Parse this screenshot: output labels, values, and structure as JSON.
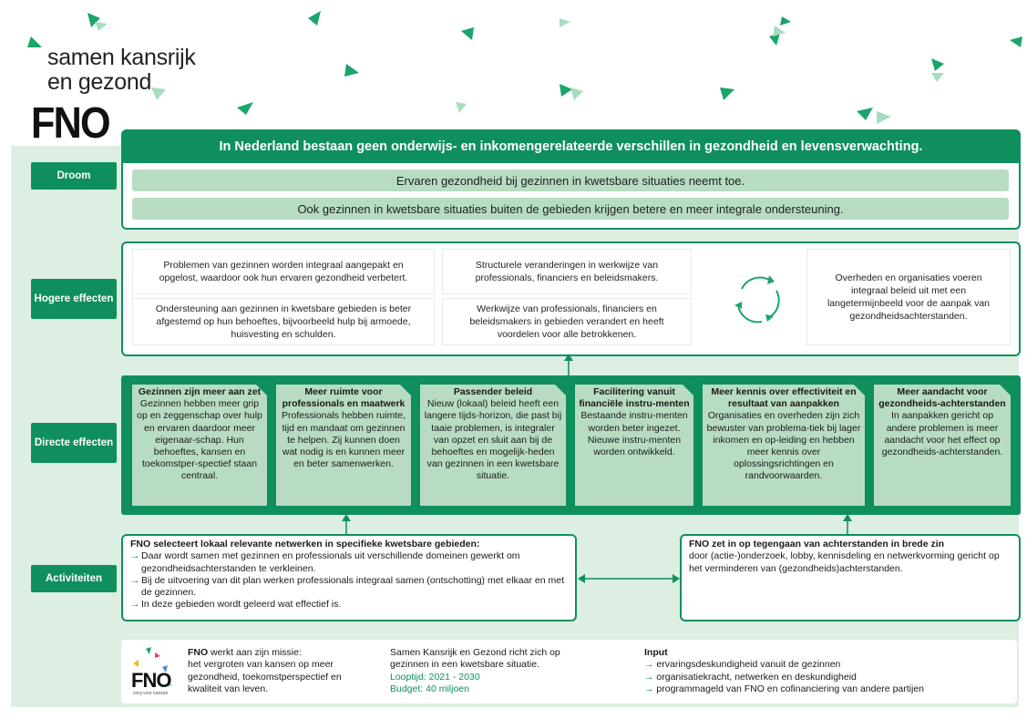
{
  "header": {
    "tagline_line1": "samen kansrijk",
    "tagline_line2": "en gezond",
    "logo_text": "FNO"
  },
  "colors": {
    "primary": "#0f8f5e",
    "light": "#b7dcc2",
    "background": "#dcefe2"
  },
  "row_labels": {
    "droom": "Droom",
    "hogere": "Hogere effecten",
    "directe": "Directe effecten",
    "activiteiten": "Activiteiten"
  },
  "droom": {
    "headline": "In Nederland bestaan geen onderwijs- en inkomengerelateerde verschillen in gezondheid en levensverwachting.",
    "bar1": "Ervaren gezondheid bij gezinnen in kwetsbare situaties neemt toe.",
    "bar2": "Ook gezinnen in kwetsbare situaties buiten de gebieden krijgen betere en meer integrale ondersteuning."
  },
  "hogere": {
    "box1": "Problemen van gezinnen worden integraal aangepakt en opgelost, waardoor ook hun ervaren gezondheid verbetert.",
    "box2": "Ondersteuning aan gezinnen in kwetsbare gebieden is beter afgestemd op hun behoeftes, bijvoorbeeld hulp bij armoede, huisvesting en schulden.",
    "box3": "Structurele veranderingen in werkwijze van professionals, financiers en beleidsmakers.",
    "box4": "Werkwijze van professionals, financiers en beleidsmakers in gebieden verandert en heeft voordelen voor alle betrokkenen.",
    "box5": "Overheden en organisaties voeren integraal beleid uit met een langetermijnbeeld voor de aanpak van gezondheidsachterstanden.",
    "cycle_icon": "cycle-arrows-icon"
  },
  "directe": [
    {
      "title": "Gezinnen zijn meer aan zet",
      "body": "Gezinnen hebben meer grip op en zeggenschap over hulp en ervaren daardoor meer eigenaar-schap. Hun behoeftes, kansen en toekomstper-spectief staan centraal."
    },
    {
      "title": "Meer ruimte voor professionals en maatwerk",
      "body": "Professionals hebben ruimte, tijd en mandaat om gezinnen te helpen. Zij kunnen doen wat nodig is en kunnen meer en beter samenwerken."
    },
    {
      "title": "Passender beleid",
      "body": "Nieuw (lokaal) beleid heeft een langere tijds-horizon, die past bij taaie problemen, is integraler van opzet en sluit aan bij de behoeftes en mogelijk-heden van gezinnen in een kwetsbare situatie."
    },
    {
      "title": "Facilitering vanuit financiële instru-menten",
      "body": "Bestaande instru-menten worden beter ingezet. Nieuwe instru-menten worden ontwikkeld."
    },
    {
      "title": "Meer kennis over effectiviteit en resultaat van aanpakken",
      "body": "Organisaties en overheden zijn zich bewuster van problema-tiek bij lager inkomen en op-leiding en hebben meer kennis over oplossingsrichtingen en randvoorwaarden."
    },
    {
      "title": "Meer aandacht voor gezondheids-achterstanden",
      "body": "In aanpakken gericht op andere problemen is meer aandacht voor het effect op gezondheids-achterstanden."
    }
  ],
  "activiteiten": {
    "left_title": "FNO selecteert lokaal relevante netwerken in specifieke kwetsbare gebieden:",
    "left_items": [
      "Daar wordt samen met gezinnen en professionals uit verschillende domeinen gewerkt om gezondheidsachterstanden te verkleinen.",
      "Bij de uitvoering van dit plan werken professionals integraal samen (ontschotting) met elkaar en met de gezinnen.",
      "In deze gebieden wordt geleerd wat effectief is."
    ],
    "right_title": "FNO zet in op tegengaan van achterstanden in brede zin",
    "right_body": "door (actie-)onderzoek, lobby, kennisdeling en netwerkvorming gericht op het verminderen van (gezondheids)achterstanden."
  },
  "footer": {
    "logo_text": "FNO",
    "logo_sub": "zorg voor kansen",
    "mission_bold": "FNO",
    "mission_rest": " werkt aan zijn missie:",
    "mission_body": "het vergroten van kansen op meer gezondheid, toekomstperspectief en kwaliteit van leven.",
    "program_text": "Samen Kansrijk en Gezond richt zich op gezinnen in een kwetsbare situatie.",
    "looptijd": "Looptijd: 2021 - 2030",
    "budget": "Budget: 40 miljoen",
    "input_title": "Input",
    "input_items": [
      "ervaringsdeskundigheid vanuit de gezinnen",
      "organisatiekracht, netwerken en deskundigheid",
      "programmageld van FNO en cofinanciering van andere partijen"
    ]
  }
}
